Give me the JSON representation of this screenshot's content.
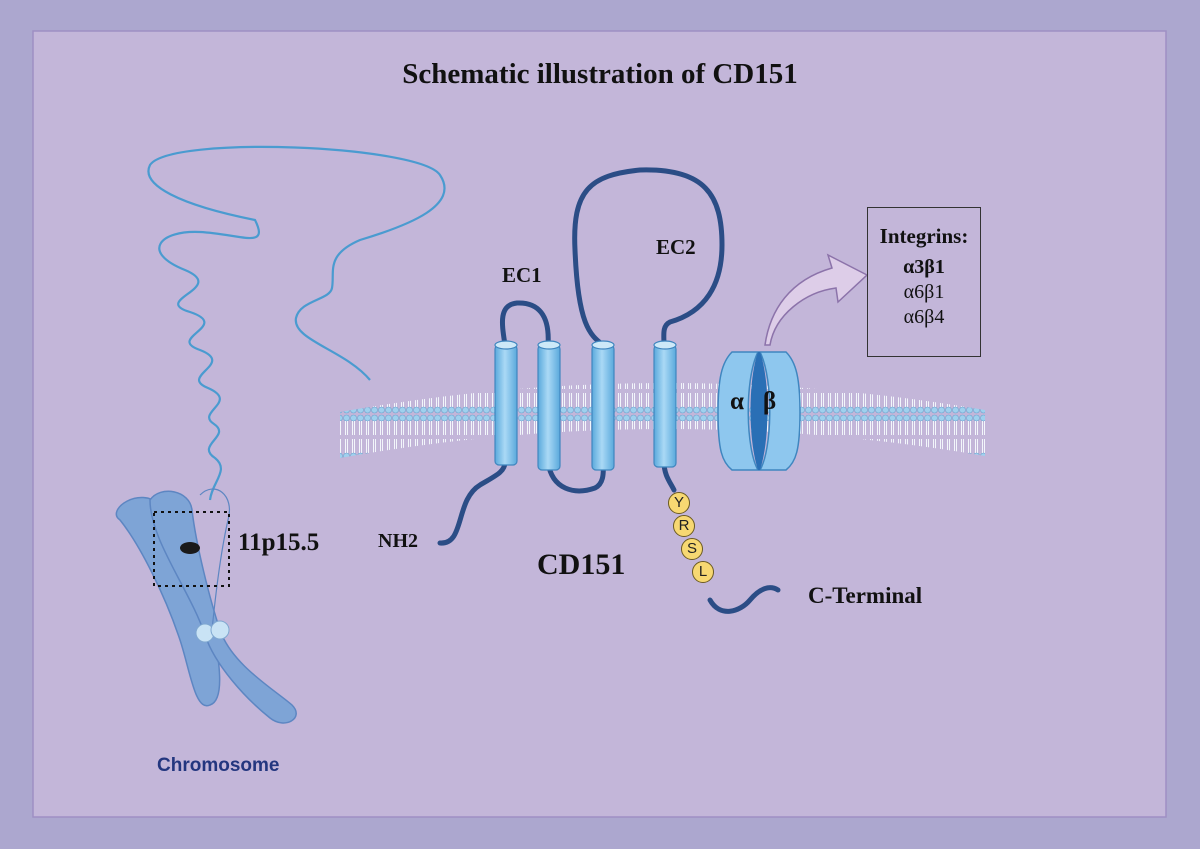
{
  "title": "Schematic illustration of CD151",
  "loops": {
    "ec1": "EC1",
    "ec2": "EC2"
  },
  "termini": {
    "n": "NH2",
    "c": "C-Terminal"
  },
  "protein_name": "CD151",
  "motif": [
    "Y",
    "R",
    "S",
    "L"
  ],
  "integrin_subunits": {
    "alpha": "α",
    "beta": "β"
  },
  "integrins": {
    "heading": "Integrins:",
    "items": [
      {
        "label": "α3β1",
        "bold": true
      },
      {
        "label": "α6β1",
        "bold": false
      },
      {
        "label": "α6β4",
        "bold": false
      }
    ]
  },
  "locus": "11p15.5",
  "chromosome_label": "Chromosome",
  "colors": {
    "background": "#aca7cf",
    "panel": "#c3b6d9",
    "chain": "#2b4d86",
    "helix": "#7fc0e8",
    "dna": "#4a9bd0",
    "chromosome": "#7ea4d6",
    "motif": "#f7d872"
  }
}
